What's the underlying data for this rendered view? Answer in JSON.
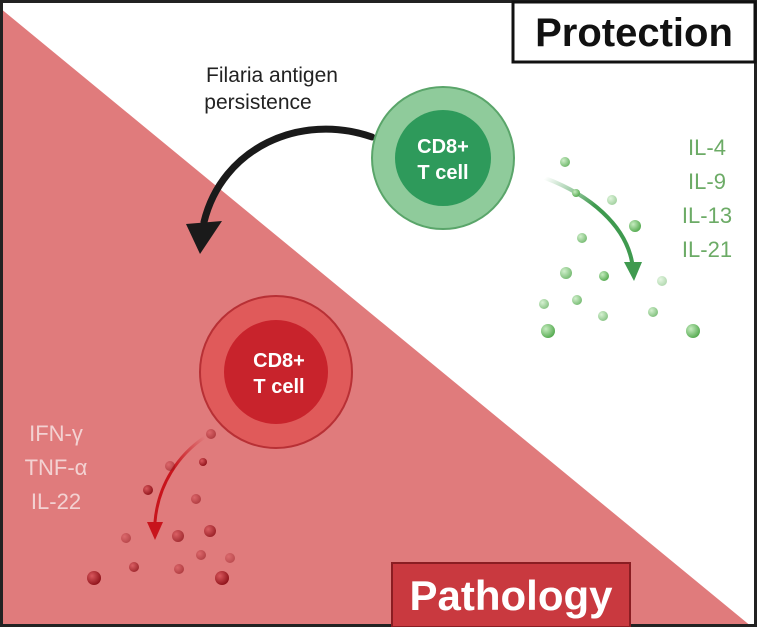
{
  "labels": {
    "protection": "Protection",
    "pathology": "Pathology",
    "antigen_line1": "Filaria antigen",
    "antigen_line2": "persistence"
  },
  "cells": {
    "protective": {
      "line1": "CD8+",
      "line2": "T cell"
    },
    "pathogenic": {
      "line1": "CD8+",
      "line2": "T cell"
    }
  },
  "cytokines": {
    "protective": [
      "IL-4",
      "IL-9",
      "IL-13",
      "IL-21"
    ],
    "pathogenic": [
      "IFN-γ",
      "TNF-α",
      "IL-22"
    ]
  },
  "colors": {
    "pathology_region": "#e07b7c",
    "pathology_banner": "#c9393f",
    "protective_cell_outer": "#8fcb9b",
    "protective_cell_inner": "#2e9a5b",
    "pathogenic_cell_outer": "#e05a5a",
    "pathogenic_cell_inner": "#c8232c",
    "green_text": "#6cab66",
    "red_text": "#f3d2d2"
  },
  "icons": {
    "antigen_arrow": "curved-arrow-icon",
    "green_secretion_arrow": "curved-arrow-icon",
    "red_secretion_arrow": "curved-arrow-icon"
  }
}
